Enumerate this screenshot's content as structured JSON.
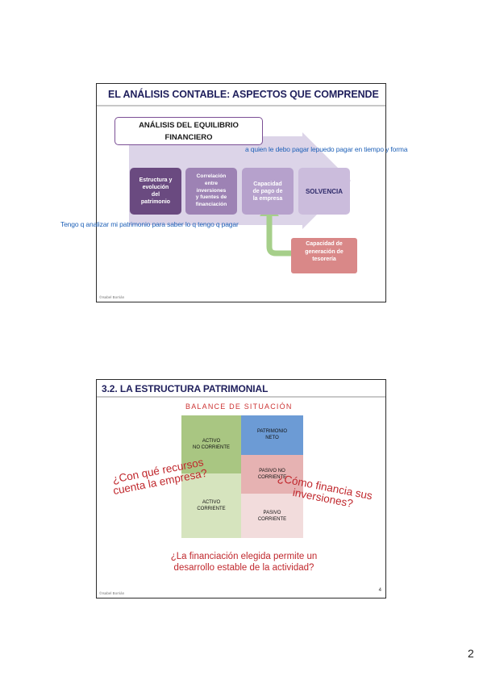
{
  "slide1": {
    "title": "EL ANÁLISIS CONTABLE: ASPECTOS QUE COMPRENDE",
    "analisis_line1": "ANÁLISIS  DEL EQUILIBRIO",
    "analisis_line2": "FINANCIERO",
    "note_top": "a quien le debo pagar lepuedo pagar en tiempo y forma",
    "note_left": "Tengo q analizar mi patrimonio para saber lo q tengo q pagar",
    "steps": [
      {
        "lines": [
          "Estructura y",
          "evolución",
          "del",
          "patrimonio"
        ]
      },
      {
        "lines": [
          "Correlación",
          "entre",
          "inversiones",
          "y fuentes de",
          "financiación"
        ]
      },
      {
        "lines": [
          "Capacidad",
          "de pago de",
          "la empresa"
        ]
      },
      {
        "lines": [
          "SOLVENCIA"
        ]
      }
    ],
    "tesoreria_lines": [
      "Capacidad de",
      "generación de",
      "tesorería"
    ],
    "footer": "©Isabel Borrián",
    "colors": {
      "title": "#1f1f5c",
      "note": "#2062b8",
      "arrow": "#dcd4e8",
      "green_arrow": "#a6cf8a"
    }
  },
  "slide2": {
    "title": "3.2. LA ESTRUCTURA PATRIMONIAL",
    "balance_title": "BALANCE DE SITUACIÓN",
    "cells": {
      "activo_no_corriente": [
        "ACTIVO",
        "NO CORRIENTE"
      ],
      "activo_corriente": [
        "ACTIVO",
        "CORRIENTE"
      ],
      "patrimonio_neto": [
        "PATRIMONIO",
        "NETO"
      ],
      "pasivo_no_corriente": [
        "PASIVO NO",
        "CORRIENTE"
      ],
      "pasivo_corriente": [
        "PASIVO",
        "CORRIENTE"
      ]
    },
    "question_left": [
      "¿Con qué recursos",
      "cuenta la empresa?"
    ],
    "question_right": [
      "¿Cómo financia sus",
      "inversiones?"
    ],
    "financiacion": [
      "¿La financiación elegida permite un",
      "desarrollo estable de la actividad?"
    ],
    "slide_number": "4",
    "footer": "©Isabel Borrián",
    "colors": {
      "accent_red": "#c0282d"
    }
  },
  "page_number": "2"
}
